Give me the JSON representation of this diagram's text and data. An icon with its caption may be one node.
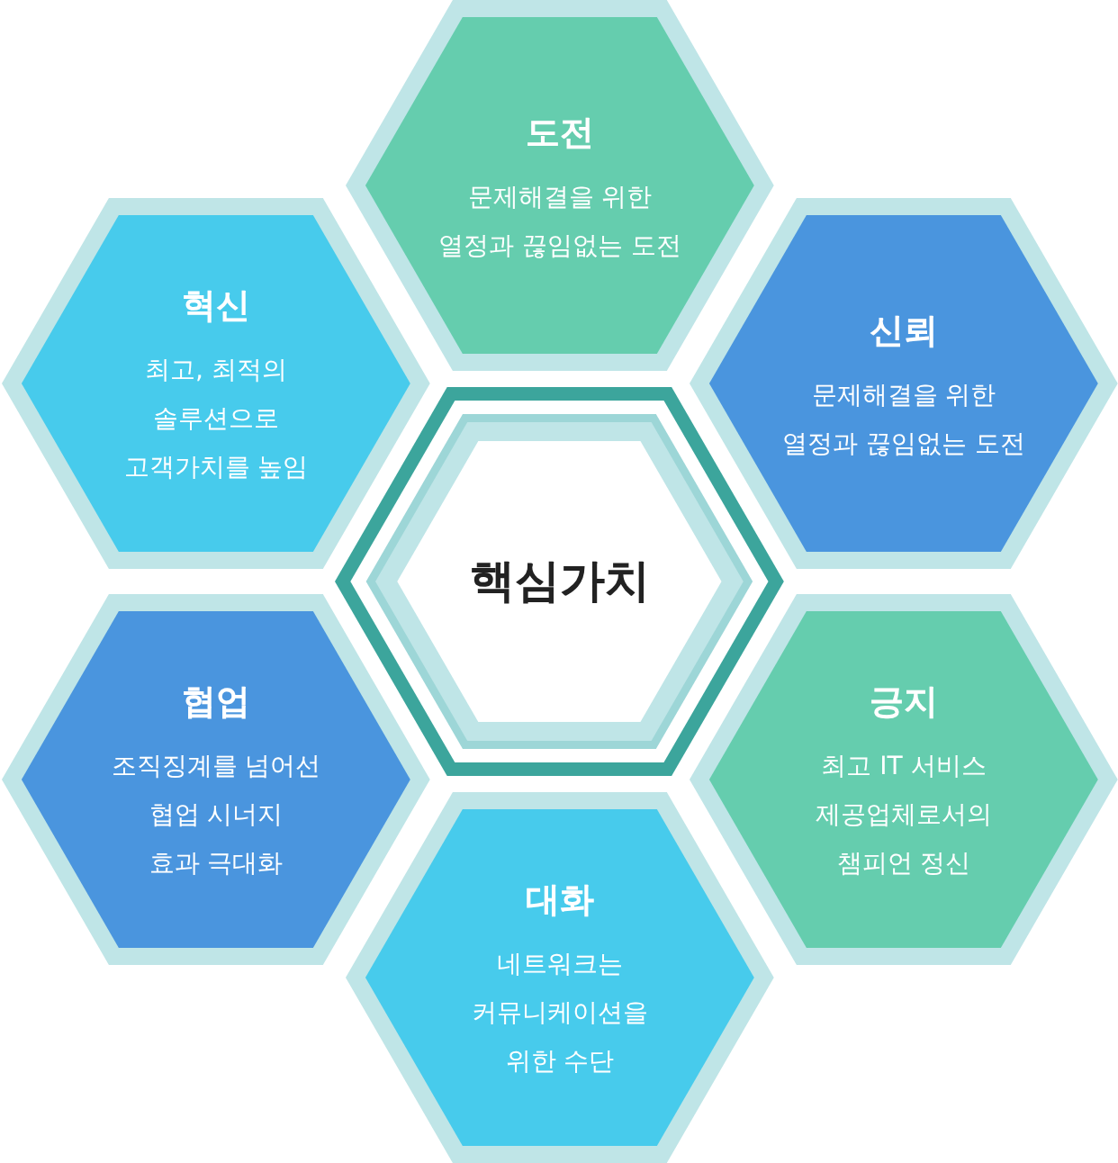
{
  "diagram": {
    "nodes": [
      {
        "text": [
          "도전",
          "문제해결을 위한 열정과 끊임없는 도전"
        ]
      },
      {
        "text": [
          "혁신",
          "최고, 최적의 솔루션으로 고객가치를 높임"
        ]
      },
      {
        "text": [
          "신뢰",
          "문제해결을 위한 열정과 끊임없는 도전"
        ]
      },
      {
        "text": [
          "핵심가치"
        ]
      },
      {
        "text": [
          "협업",
          "조직징계를 넘어선 협업 시너지 효과 극대화"
        ]
      },
      {
        "text": [
          "긍지",
          "최고 IT 서비스 제공업체로서의 챔피언 정신"
        ]
      },
      {
        "text": [
          "대화",
          "네트워크는 커뮤니케이션을 위한 수단"
        ]
      }
    ]
  }
}
